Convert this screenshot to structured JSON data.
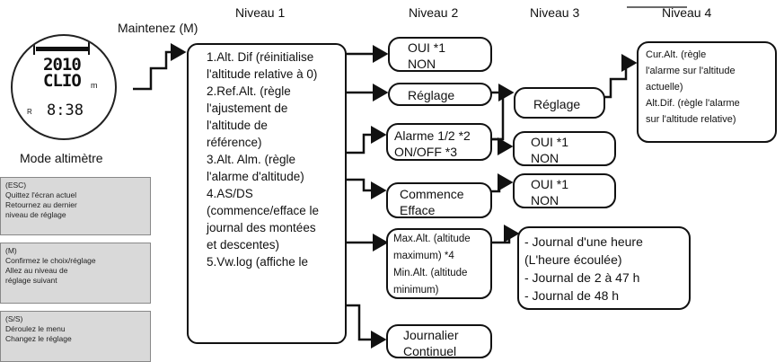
{
  "headers": {
    "maintenez": "Maintenez (M)",
    "level1": "Niveau 1",
    "level2": "Niveau 2",
    "level3": "Niveau 3",
    "level4": "Niveau 4"
  },
  "watch": {
    "row1": "2010",
    "row2": "CLIO",
    "unit": "m",
    "marker": "R",
    "time": "8:38",
    "caption": "Mode altimètre"
  },
  "level1_box": {
    "lines": [
      "1.Alt. Dif (réinitialise",
      "l'altitude relative à 0)",
      "2.Ref.Alt. (règle",
      "l'ajustement de",
      "l'altitude de",
      "référence)",
      "3.Alt. Alm. (règle",
      "l'alarme d'altitude)",
      "4.AS/DS",
      "(commence/efface le",
      "journal des montées",
      "et descentes)",
      "5.Vw.log (affiche le"
    ]
  },
  "level2": {
    "oui_non_1": [
      "OUI *1",
      "NON"
    ],
    "reglage": "Réglage",
    "alarme": [
      "Alarme 1/2 *2",
      "ON/OFF *3"
    ],
    "commence": [
      "Commence",
      "Efface"
    ],
    "maxmin": [
      "Max.Alt. (altitude",
      "maximum) *4",
      "Min.Alt. (altitude",
      "minimum)"
    ],
    "journalier": [
      "Journalier",
      "Continuel"
    ]
  },
  "level3": {
    "reglage": "Réglage",
    "oui_non_a": [
      "OUI *1",
      "NON"
    ],
    "oui_non_b": [
      "OUI *1",
      "NON"
    ],
    "journal": [
      "- Journal d'une heure",
      "(L'heure écoulée)",
      "- Journal de 2 à 47 h",
      "- Journal de 48 h"
    ]
  },
  "level4": {
    "lines": [
      "Cur.Alt. (règle",
      "l'alarme sur l'altitude",
      "actuelle)",
      "Alt.Dif. (règle l'alarme",
      "sur l'altitude relative)"
    ]
  },
  "legend": {
    "esc": [
      "(ESC)",
      "Quittez l'écran actuel",
      "Retournez au dernier",
      "niveau de réglage"
    ],
    "m": [
      "(M)",
      "Confirmez le choix/réglage",
      "Allez au niveau de",
      "réglage suivant"
    ],
    "ss": [
      "(S/S)",
      "Déroulez le menu",
      "Changez le réglage"
    ]
  }
}
